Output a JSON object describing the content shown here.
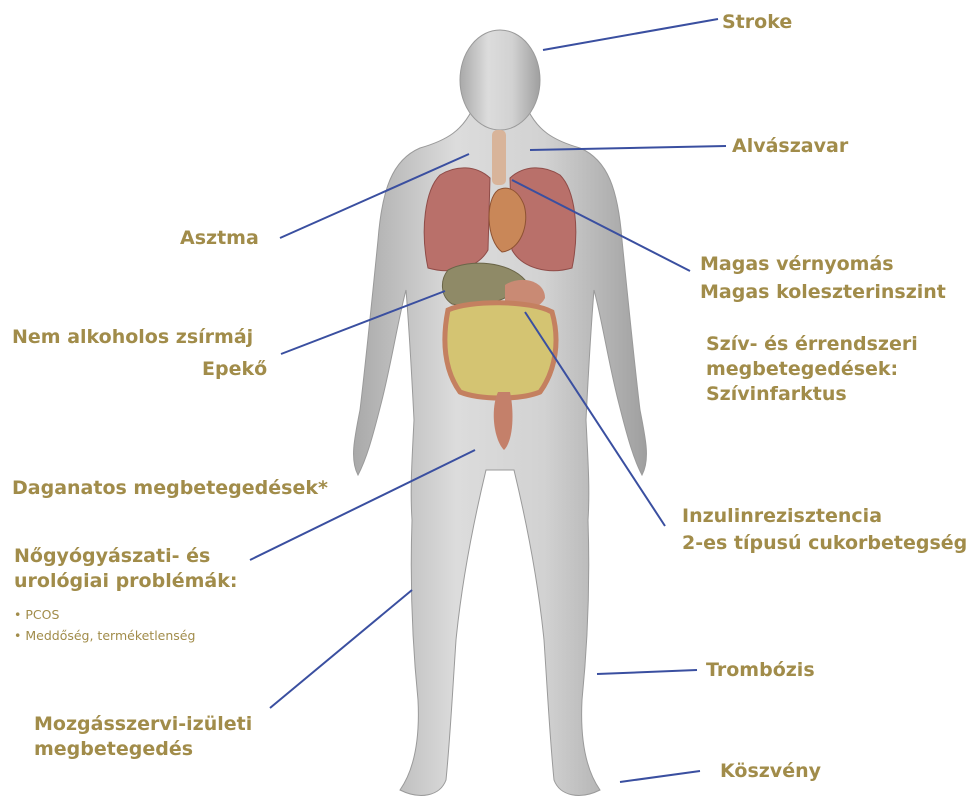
{
  "colors": {
    "label": "#a18c4a",
    "connector": "#3a4fa0",
    "body": "#c8c8c8"
  },
  "labels": {
    "stroke": "Stroke",
    "sleep_disorder": "Alvászavar",
    "asthma": "Asztma",
    "hypertension": "Magas vérnyomás",
    "cholesterol": "Magas koleszterinszint",
    "cardiovascular": [
      "Szív- és érrendszeri",
      "megbetegedések:",
      "Szívinfarktus"
    ],
    "fatty_liver": "Nem alkoholos zsírmáj",
    "gallstone": "Epekő",
    "cancer": "Daganatos megbetegedések*",
    "insulin_resistance": "Inzulinrezisztencia",
    "diabetes": "2-es típusú cukorbetegség",
    "gyn_uro": [
      "Nőgyógyászati- és",
      "urológiai problémák:"
    ],
    "gyn_uro_items": [
      "PCOS",
      "Meddőség, terméketlenség"
    ],
    "thrombosis": "Trombózis",
    "musculoskeletal": [
      "Mozgásszervi-izületi",
      "megbetegedés"
    ],
    "gout": "Köszvény"
  }
}
